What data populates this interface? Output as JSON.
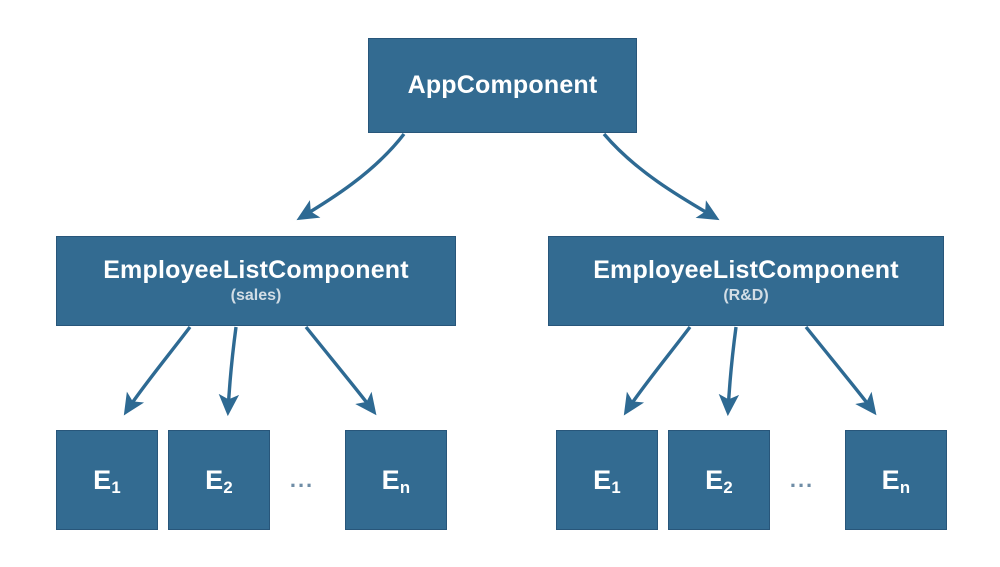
{
  "diagram": {
    "type": "component-hierarchy-tree",
    "background_color": "#ffffff",
    "node_fill_color": "#336B91",
    "node_border_color": "#28567A",
    "node_text_color": "#ffffff",
    "node_subtitle_color": "#D2DDE5",
    "edge_color": "#2E6A93",
    "ellipsis_color": "#6F8DA6"
  },
  "root": {
    "label": "AppComponent"
  },
  "branches": [
    {
      "label": "EmployeeListComponent",
      "subtitle": "(sales)",
      "leaves": [
        {
          "label": "E",
          "subscript": "1"
        },
        {
          "label": "E",
          "subscript": "2"
        },
        {
          "label": "E",
          "subscript": "n"
        }
      ],
      "ellipsis": "..."
    },
    {
      "label": "EmployeeListComponent",
      "subtitle": "(R&D)",
      "leaves": [
        {
          "label": "E",
          "subscript": "1"
        },
        {
          "label": "E",
          "subscript": "2"
        },
        {
          "label": "E",
          "subscript": "n"
        }
      ],
      "ellipsis": "..."
    }
  ]
}
